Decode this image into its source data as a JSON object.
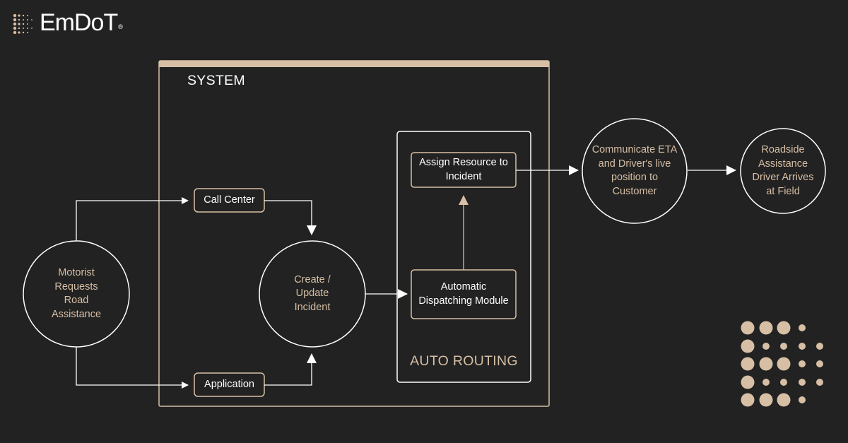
{
  "brand": {
    "name": "EmDoT",
    "trademark": "®",
    "accent_color": "#d7bfa5",
    "background_color": "#222222"
  },
  "diagram": {
    "system_title": "SYSTEM",
    "auto_routing_title": "AUTO ROUTING",
    "nodes": {
      "motorist": "Motorist Requests Road Assistance",
      "call_center": "Call Center",
      "application": "Application",
      "create_update": "Create / Update Incident",
      "dispatching": "Automatic Dispatching Module",
      "assign": "Assign Resource to Incident",
      "communicate": "Communicate ETA and Driver's live position to Customer",
      "arrives": "Roadside Assistance Driver Arrives at Field"
    }
  }
}
